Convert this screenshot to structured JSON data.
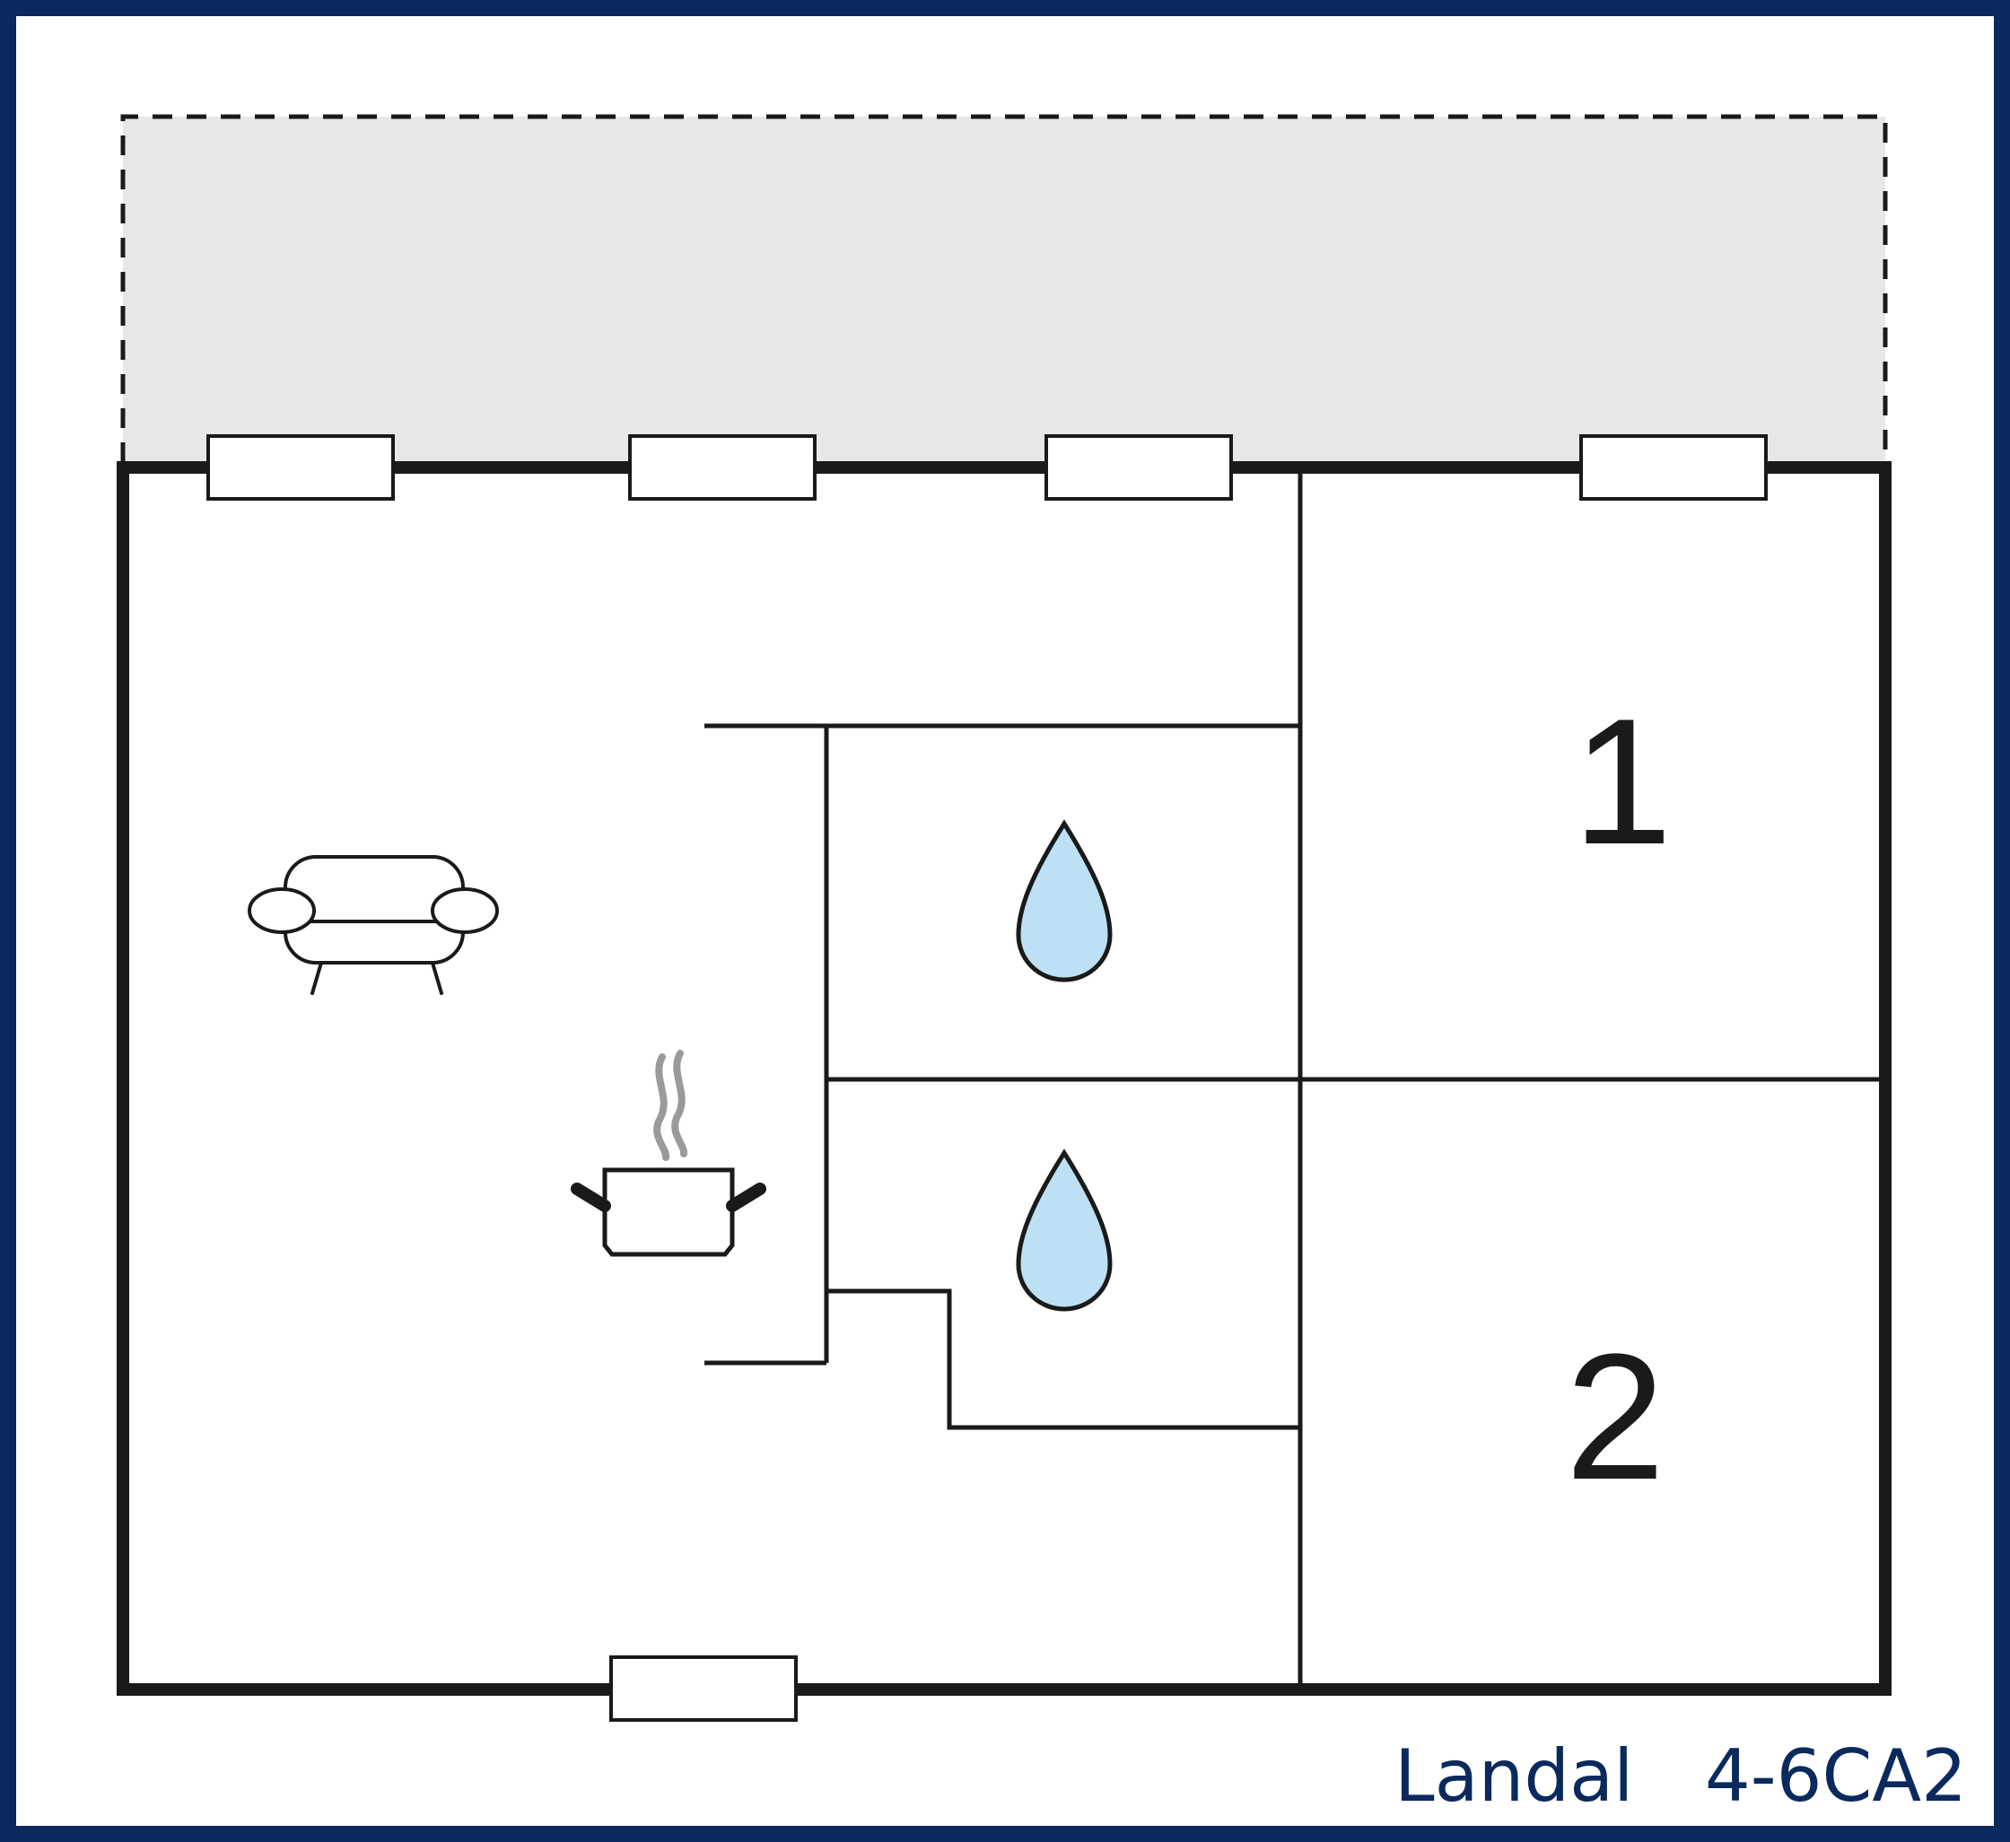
{
  "floorplan": {
    "rooms": [
      {
        "id": "bedroom-1",
        "label": "1"
      },
      {
        "id": "bedroom-2",
        "label": "2"
      }
    ],
    "icons": {
      "living": "sofa-icon",
      "kitchen": "cooking-pot-icon",
      "bathroom": "water-drop-icon"
    },
    "caption": {
      "brand": "Landal",
      "code": "4-6CA2"
    }
  },
  "colors": {
    "frame": "#0a2a5e",
    "wall": "#1a1a1a",
    "terrace": "#e9e7e6",
    "water": "#bde0f4",
    "steam": "#9a9a9a"
  }
}
